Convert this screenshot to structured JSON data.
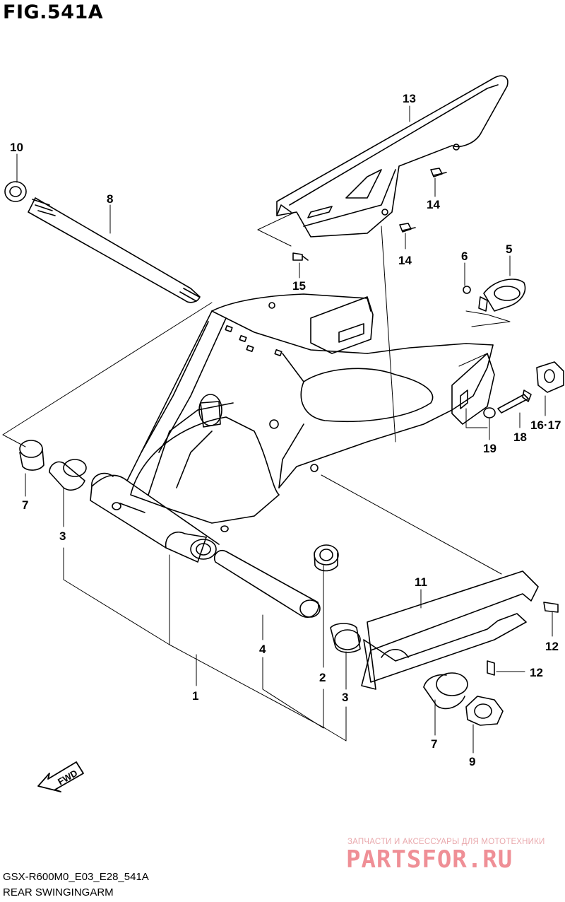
{
  "figure": {
    "title": "FIG.541A",
    "code": "GSX-R600M0_E03_E28_541A",
    "name": "REAR SWINGINGARM"
  },
  "arrow_label": "FWD",
  "watermark": {
    "tagline": "ЗАПЧАСТИ И АКСЕССУАРЫ ДЛЯ МОТОТЕХНИКИ",
    "brand": "PARTSFOR.RU"
  },
  "callouts": [
    {
      "id": "c10",
      "label": "10"
    },
    {
      "id": "c8",
      "label": "8"
    },
    {
      "id": "c13",
      "label": "13"
    },
    {
      "id": "c14a",
      "label": "14"
    },
    {
      "id": "c14b",
      "label": "14"
    },
    {
      "id": "c15",
      "label": "15"
    },
    {
      "id": "c6",
      "label": "6"
    },
    {
      "id": "c5",
      "label": "5"
    },
    {
      "id": "c16",
      "label": "16·17"
    },
    {
      "id": "c18",
      "label": "18"
    },
    {
      "id": "c19",
      "label": "19"
    },
    {
      "id": "c7a",
      "label": "7"
    },
    {
      "id": "c3a",
      "label": "3"
    },
    {
      "id": "c11",
      "label": "11"
    },
    {
      "id": "c12a",
      "label": "12"
    },
    {
      "id": "c12b",
      "label": "12"
    },
    {
      "id": "c4",
      "label": "4"
    },
    {
      "id": "c2",
      "label": "2"
    },
    {
      "id": "c3b",
      "label": "3"
    },
    {
      "id": "c1",
      "label": "1"
    },
    {
      "id": "c7b",
      "label": "7"
    },
    {
      "id": "c9",
      "label": "9"
    }
  ]
}
